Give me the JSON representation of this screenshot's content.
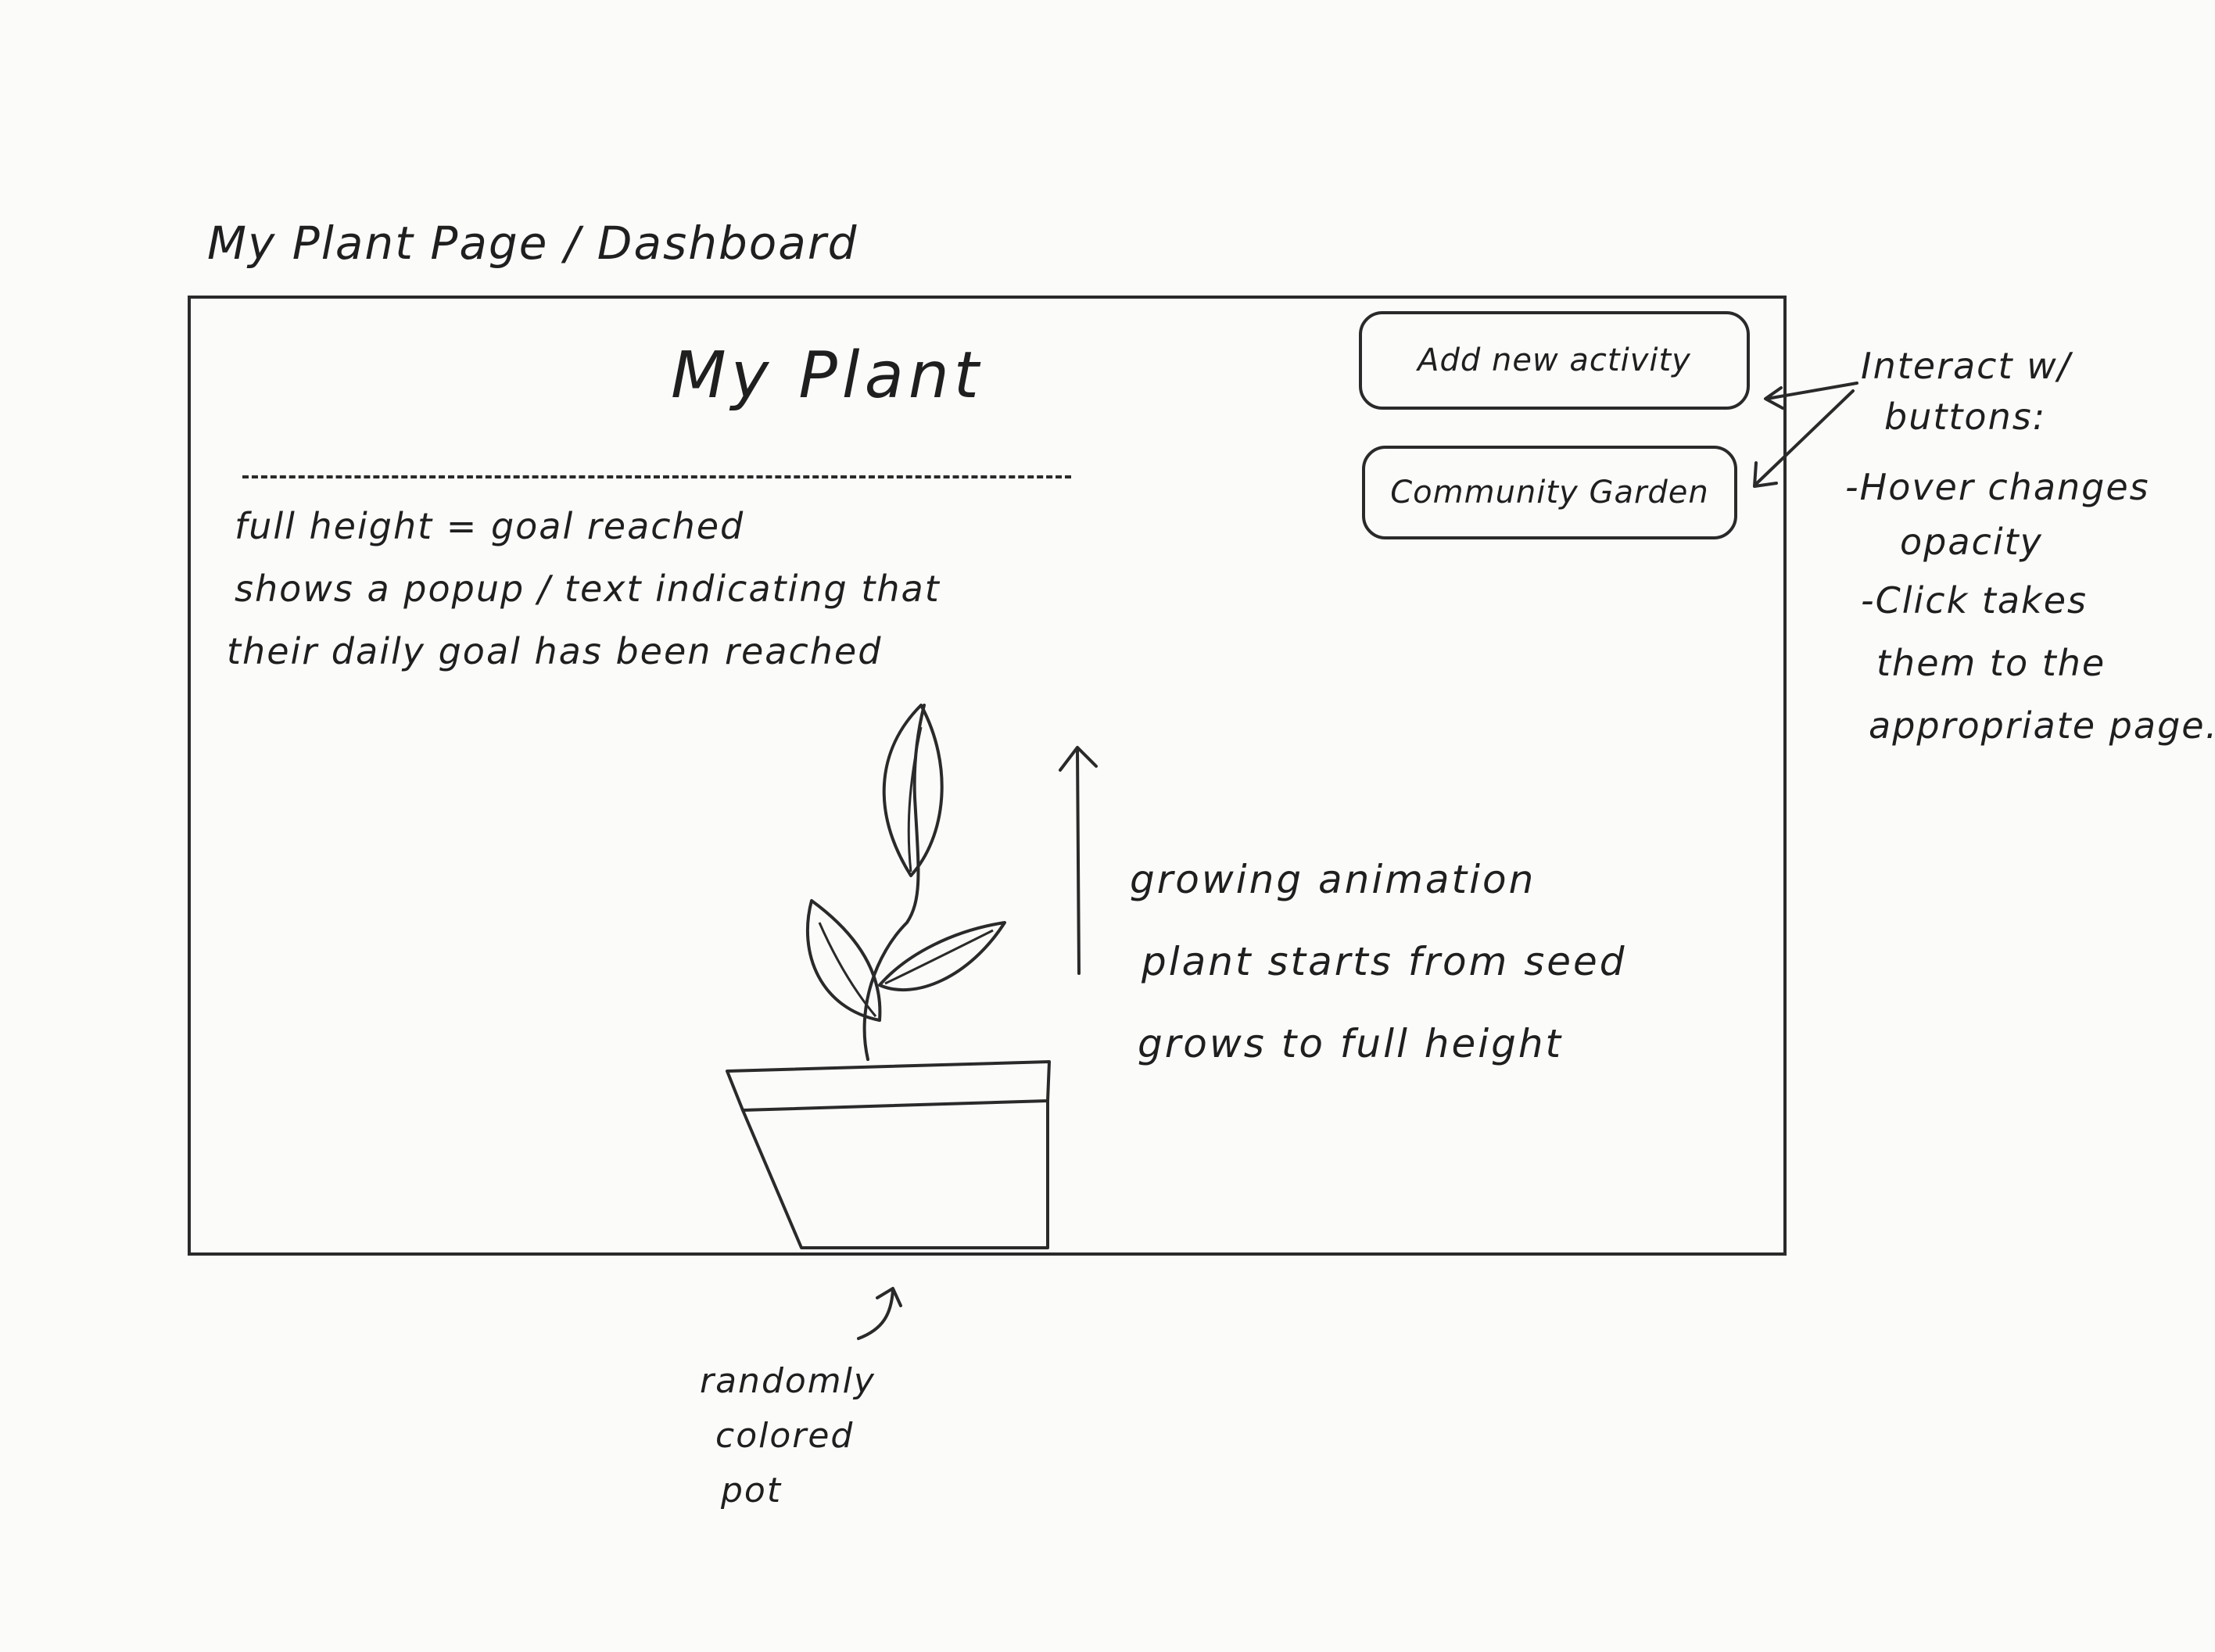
{
  "page_heading": "My Plant Page / Dashboard",
  "plant_title": "My Plant",
  "goal_note": [
    "full height = goal reached",
    "shows a popup / text indicating that",
    "their daily goal has been reached"
  ],
  "buttons": {
    "add_activity": "Add new activity",
    "community_garden": "Community Garden"
  },
  "button_notes": [
    "Interact w/",
    "buttons:",
    "-Hover changes",
    "opacity",
    "-Click takes",
    "them to the",
    "appropriate page."
  ],
  "growth_note": [
    "growing animation",
    "plant starts from seed",
    "grows to full height"
  ],
  "pot_note": [
    "randomly",
    "colored",
    "pot"
  ]
}
